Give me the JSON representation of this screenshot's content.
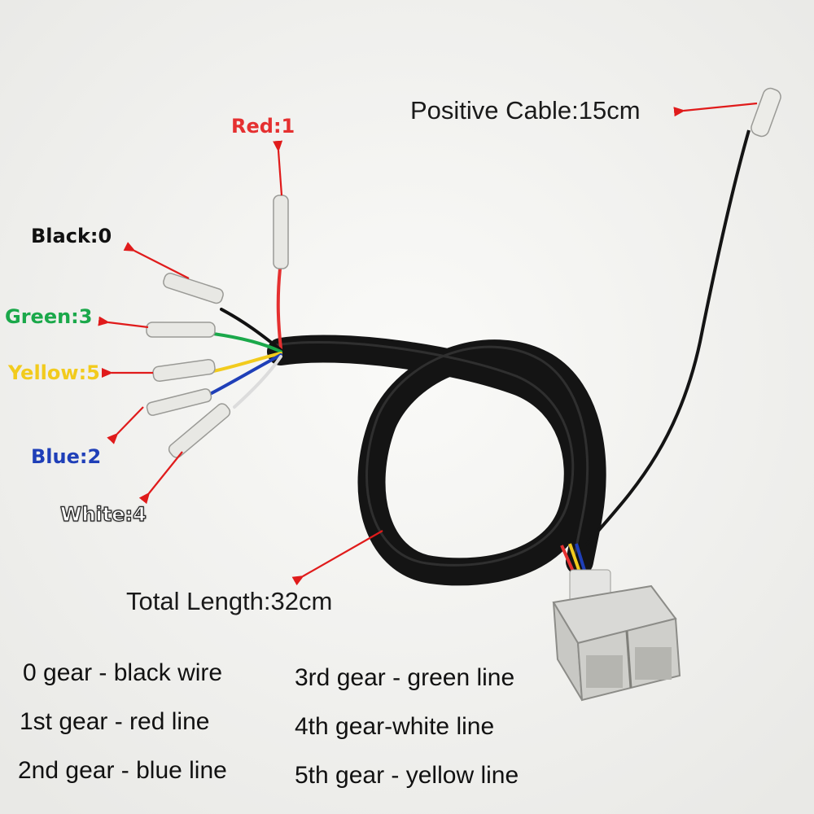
{
  "colors": {
    "arrow": "#e01b1b",
    "red": "#e53030",
    "black": "#111111",
    "green": "#1aa84a",
    "yellow": "#f2cb1d",
    "blue": "#1f3fb8",
    "white_text": "#ffffff",
    "white_outline": "#222222",
    "cable": "#141414"
  },
  "wire_labels": {
    "red": {
      "name": "Red",
      "value": "1",
      "text": "Red:1"
    },
    "black": {
      "name": "Black",
      "value": "0",
      "text": "Black:0"
    },
    "green": {
      "name": "Green",
      "value": "3",
      "text": "Green:3"
    },
    "yellow": {
      "name": "Yellow",
      "value": "5",
      "text": "Yellow:5"
    },
    "blue": {
      "name": "Blue",
      "value": "2",
      "text": "Blue:2"
    },
    "white": {
      "name": "White",
      "value": "4",
      "text": "White:4"
    }
  },
  "positive_cable": {
    "text": "Positive Cable:15cm"
  },
  "total_length": {
    "text": "Total Length:32cm"
  },
  "gear_legend": {
    "left": [
      "0 gear - black wire",
      "1st gear - red line",
      "2nd gear - blue line"
    ],
    "right": [
      "3rd gear - green line",
      "4th gear-white line",
      "5th gear - yellow line"
    ]
  }
}
